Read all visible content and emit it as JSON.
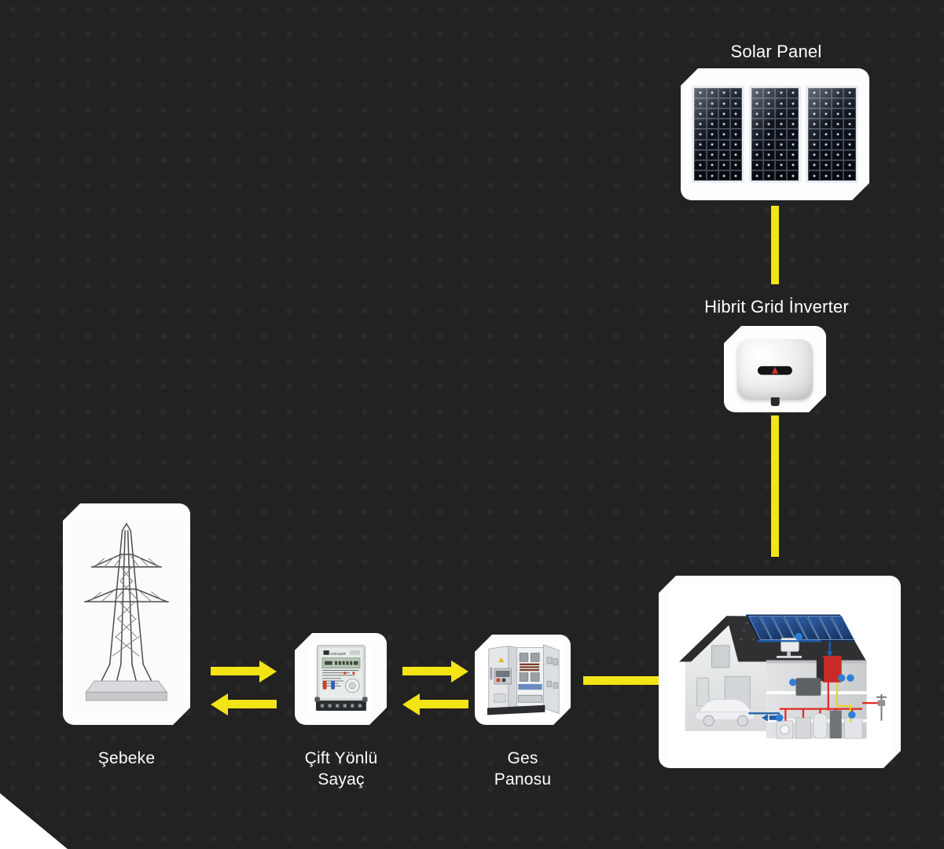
{
  "diagram": {
    "title_hidden": "",
    "background_color": "#222222",
    "connector_color": "#f2e415",
    "card_color": "#fdfdfd",
    "text_color": "#ffffff"
  },
  "nodes": {
    "solar_panel": {
      "label": "Solar Panel",
      "icon": "solar-panel-icon"
    },
    "inverter": {
      "label": "Hibrit Grid İnverter",
      "icon": "hybrid-inverter-icon"
    },
    "house": {
      "label": "",
      "icon": "smart-house-icon"
    },
    "grid": {
      "label": "Şebeke",
      "icon": "transmission-tower-icon"
    },
    "meter": {
      "label": "Çift Yönlü\nSayaç",
      "icon": "bidirectional-meter-icon"
    },
    "ges_panel": {
      "label": "Ges\nPanosu",
      "icon": "electrical-panel-icon"
    }
  },
  "connectors": [
    {
      "name": "solar-to-inverter",
      "type": "line-vertical",
      "direction": "down"
    },
    {
      "name": "inverter-to-house",
      "type": "line-vertical",
      "direction": "down"
    },
    {
      "name": "panel-to-house",
      "type": "line-horizontal",
      "direction": "none"
    },
    {
      "name": "grid-to-meter",
      "type": "arrow",
      "direction": "right"
    },
    {
      "name": "meter-to-grid",
      "type": "arrow",
      "direction": "left"
    },
    {
      "name": "meter-to-panel",
      "type": "arrow",
      "direction": "right"
    },
    {
      "name": "panel-to-meter",
      "type": "arrow",
      "direction": "left"
    }
  ]
}
